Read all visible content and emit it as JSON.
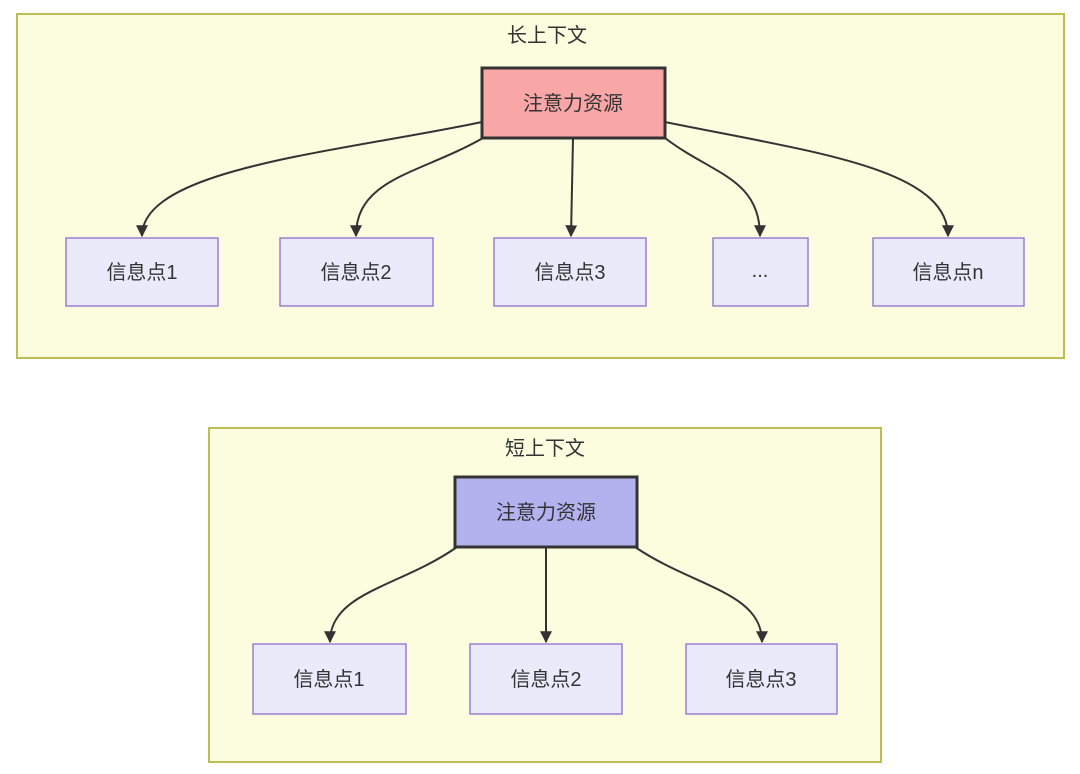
{
  "diagram": {
    "long_context": {
      "title": "长上下文",
      "root": {
        "label": "注意力资源"
      },
      "nodes": [
        {
          "label": "信息点1"
        },
        {
          "label": "信息点2"
        },
        {
          "label": "信息点3"
        },
        {
          "label": "..."
        },
        {
          "label": "信息点n"
        }
      ]
    },
    "short_context": {
      "title": "短上下文",
      "root": {
        "label": "注意力资源"
      },
      "nodes": [
        {
          "label": "信息点1"
        },
        {
          "label": "信息点2"
        },
        {
          "label": "信息点3"
        }
      ]
    },
    "colors": {
      "container_fill": "#fcfcdf",
      "container_border": "#bdbd55",
      "long_root_fill": "#f8a6a6",
      "short_root_fill": "#b3b1ee",
      "node_fill": "#eaeafb",
      "node_border": "#9b7fd6",
      "edge_color": "#333333",
      "text_color": "#333333"
    }
  }
}
